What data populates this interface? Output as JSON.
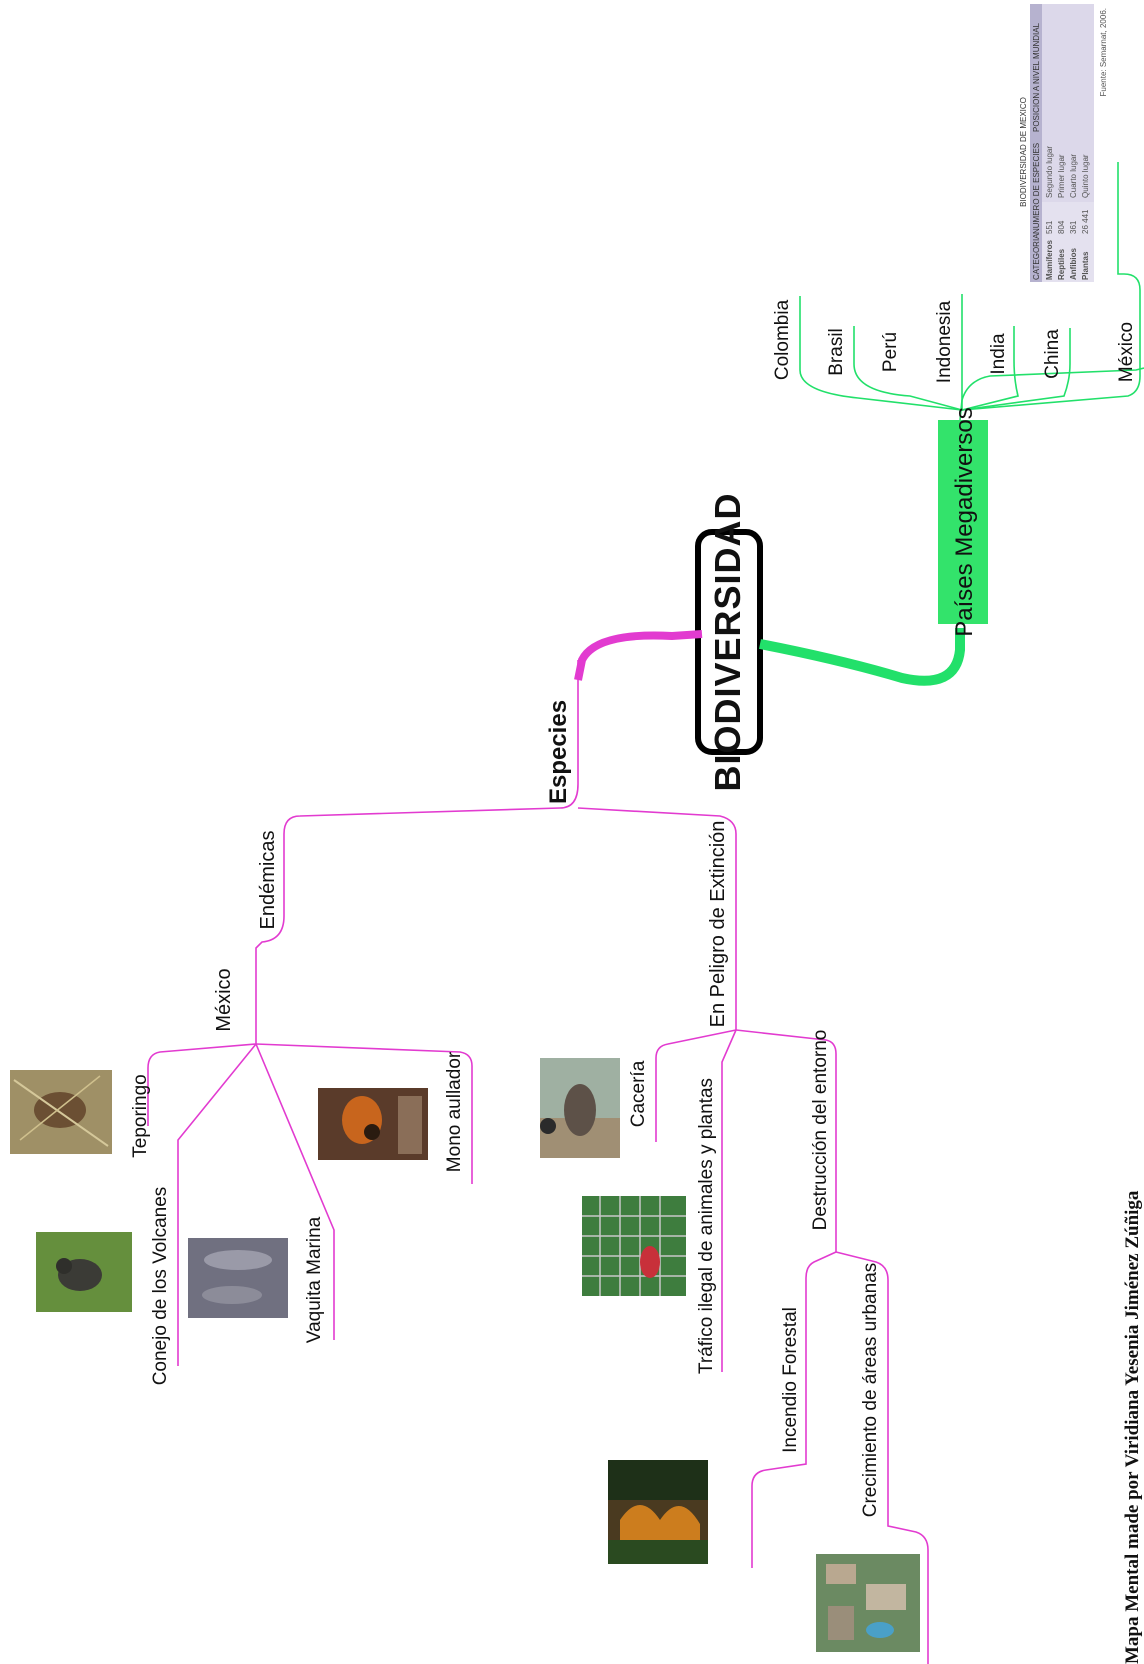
{
  "central_topic": "BIODIVERSIDAD",
  "branches": {
    "especies": {
      "label": "Especies",
      "endemicas": {
        "label": "Endémicas",
        "mexico": {
          "label": "México",
          "items": [
            "Teporingo",
            "Conejo de los Volcanes",
            "Vaquita Marina",
            "Mono aullador"
          ]
        }
      },
      "peligro": {
        "label": "En Peligro de Extinción",
        "causes": {
          "caceria": "Cacería",
          "trafico": "Tráfico ilegal de animales y plantas",
          "destruccion": {
            "label": "Destrucción del entorno",
            "items": [
              "Incendio Forestal",
              "Crecimiento de áreas urbanas"
            ]
          }
        }
      }
    },
    "paises": {
      "label": "Países Megadiversos",
      "countries": [
        "Colombia",
        "Brasil",
        "Perú",
        "Indonesia",
        "India",
        "China",
        "México"
      ]
    }
  },
  "table": {
    "title": "BIODIVERSIDAD DE MEXICO",
    "headers": [
      "CATEGORIA",
      "NUMERO DE ESPECIES",
      "POSICION A NIVEL MUNDIAL"
    ],
    "rows": [
      [
        "Mamíferos",
        "551",
        "Segundo lugar"
      ],
      [
        "Reptiles",
        "804",
        "Primer lugar"
      ],
      [
        "Anfibios",
        "361",
        "Cuarto lugar"
      ],
      [
        "Plantas",
        "26 441",
        "Quinto lugar"
      ]
    ],
    "source": "Fuente: Semarnat, 2006."
  },
  "credit": "Mapa Mental made por Viridiana Yesenia Jiménez Zúñiga",
  "colors": {
    "especies_branch": "#e23bd0",
    "paises_branch": "#22e06a",
    "paises_box": "#33e36b",
    "table_head_bg": "#b6b2cf",
    "table_row_bg": "#e4e1ef"
  }
}
